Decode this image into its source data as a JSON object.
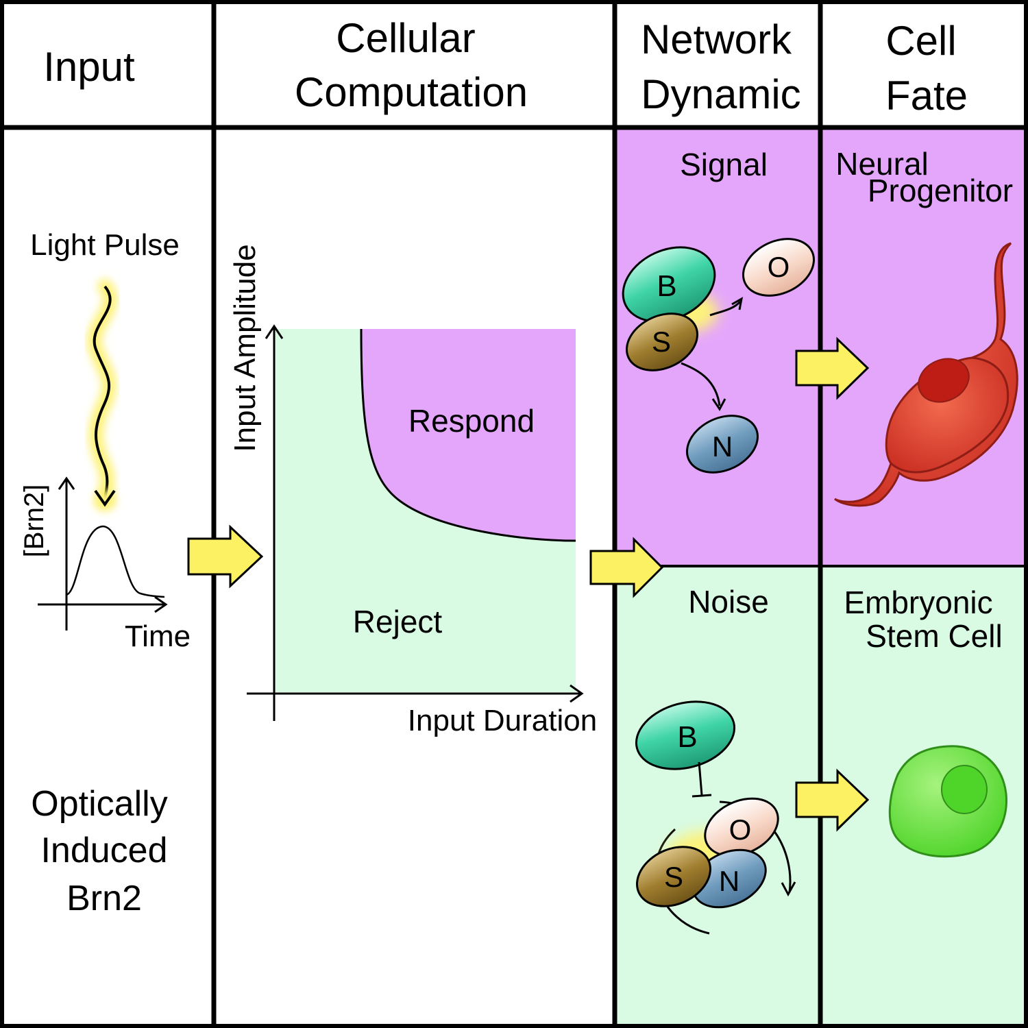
{
  "headers": {
    "input": "Input",
    "computation_line1": "Cellular",
    "computation_line2": "Computation",
    "network_line1": "Network",
    "network_line2": "Dynamic",
    "fate_line1": "Cell",
    "fate_line2": "Fate"
  },
  "input_panel": {
    "light_pulse": "Light Pulse",
    "y_axis": "[Brn2]",
    "x_axis": "Time",
    "caption_line1": "Optically",
    "caption_line2": "Induced",
    "caption_line3": "Brn2"
  },
  "computation_panel": {
    "y_axis": "Input Amplitude",
    "x_axis": "Input Duration",
    "respond_label": "Respond",
    "reject_label": "Reject"
  },
  "network_panel": {
    "signal_label": "Signal",
    "noise_label": "Noise",
    "factors": {
      "b": "B",
      "s": "S",
      "o": "O",
      "n": "N"
    }
  },
  "fate_panel": {
    "signal_fate_line1": "Neural",
    "signal_fate_line2": "Progenitor",
    "noise_fate_line1": "Embryonic",
    "noise_fate_line2": "Stem Cell"
  },
  "colors": {
    "respond": "#e4a6fb",
    "reject": "#d9fbe3",
    "arrow_fill": "#fbf163",
    "glow": "#fdf27a",
    "factor_b": "#3fd4a6",
    "factor_s": "#a07e30",
    "factor_o": "#f8d8c8",
    "factor_n": "#6f9bbd",
    "neural_cell": "#dc3a2c",
    "stem_cell": "#5fe03a"
  }
}
